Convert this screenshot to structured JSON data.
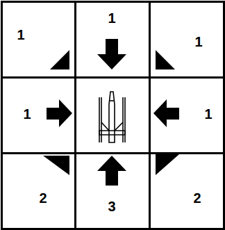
{
  "diagram": {
    "nodes": [
      {
        "text": [
          "1"
        ]
      },
      {
        "text": [
          "1"
        ]
      },
      {
        "text": [
          "1"
        ]
      },
      {
        "text": [
          "1"
        ]
      },
      {
        "text": [
          "1"
        ]
      },
      {
        "text": [
          "2"
        ]
      },
      {
        "text": [
          "3"
        ]
      },
      {
        "text": [
          "2"
        ]
      }
    ]
  }
}
